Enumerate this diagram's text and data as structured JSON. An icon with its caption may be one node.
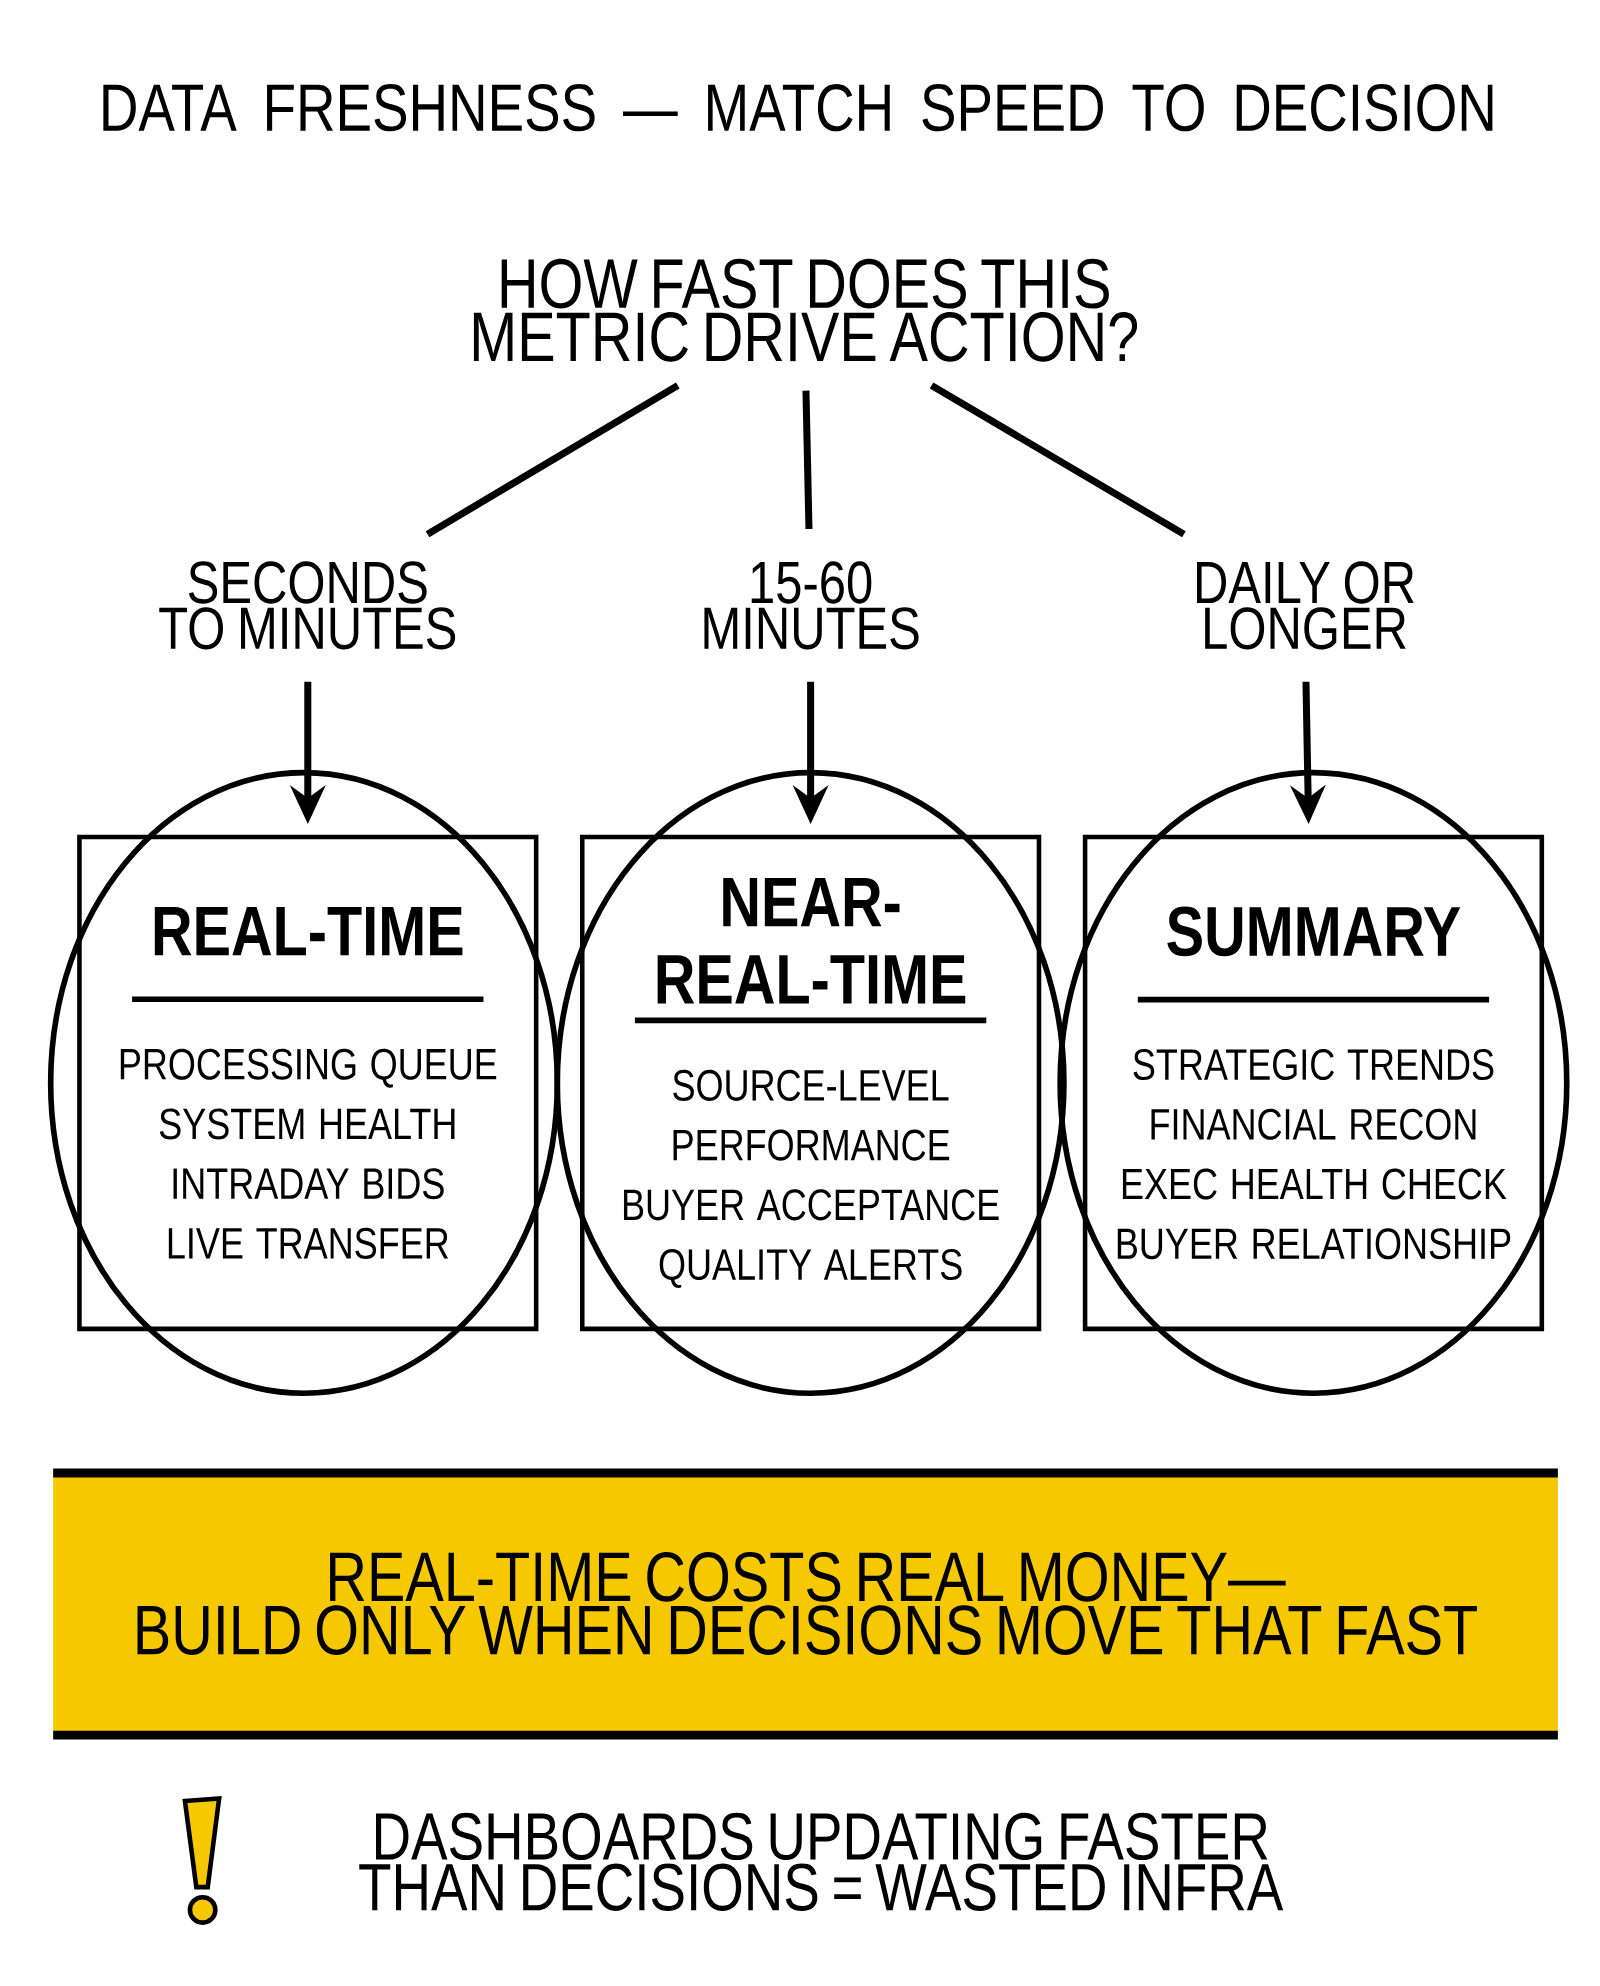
{
  "diagram": {
    "title": "DATA FRESHNESS — MATCH SPEED TO DECISION",
    "nodes": [
      {
        "text": [
          "HOW FAST DOES THIS METRIC DRIVE ACTION?"
        ]
      },
      {
        "text": [
          "SECONDS TO MINUTES"
        ]
      },
      {
        "text": [
          "15-60 MINUTES"
        ]
      },
      {
        "text": [
          "DAILY OR LONGER"
        ]
      },
      {
        "text": [
          "REAL-TIME",
          "PROCESSING QUEUE",
          "SYSTEM HEALTH",
          "INTRADAY BIDS",
          "LIVE TRANSFER"
        ]
      },
      {
        "text": [
          "NEAR-REAL-TIME",
          "SOURCE-LEVEL PERFORMANCE",
          "BUYER ACCEPTANCE",
          "QUALITY ALERTS"
        ]
      },
      {
        "text": [
          "SUMMARY",
          "STRATEGIC TRENDS",
          "FINANCIAL RECON",
          "EXEC HEALTH CHECK",
          "BUYER RELATIONSHIP"
        ]
      },
      {
        "text": [
          "REAL-TIME COSTS REAL MONEY—",
          "BUILD ONLY WHEN DECISIONS MOVE THAT FAST"
        ]
      }
    ],
    "edges": [
      {
        "from": 0,
        "to": 1,
        "arrow": "none"
      },
      {
        "from": 0,
        "to": 2,
        "arrow": "none"
      },
      {
        "from": 0,
        "to": 3,
        "arrow": "none"
      },
      {
        "from": 1,
        "to": 4,
        "arrow": "to"
      },
      {
        "from": 2,
        "to": 5,
        "arrow": "to"
      },
      {
        "from": 3,
        "to": 6,
        "arrow": "to"
      }
    ],
    "labels": [
      "DASHBOARDS UPDATING FASTER THAN DECISIONS = WASTED INFRA"
    ]
  }
}
